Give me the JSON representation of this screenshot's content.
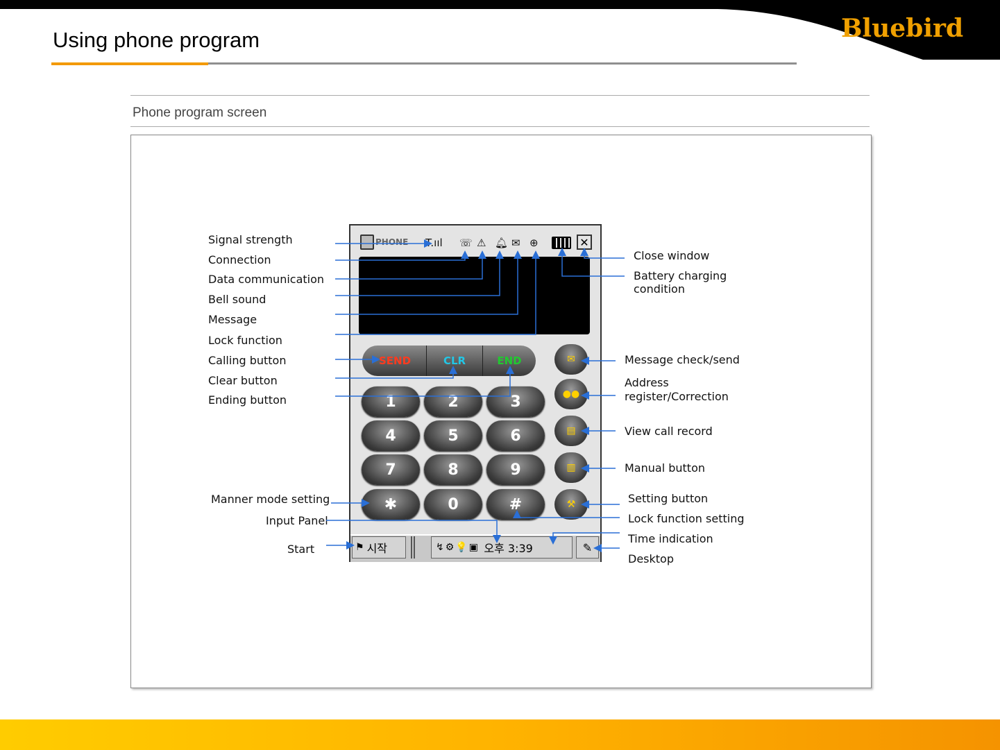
{
  "header": {
    "title": "Using phone program",
    "brand": "Bluebird"
  },
  "section": {
    "title": "Phone program screen"
  },
  "labels_left": [
    "Signal strength",
    "Connection",
    "Data communication",
    "Bell sound",
    "Message",
    "Lock function",
    "Calling button",
    "Clear button",
    "Ending button",
    "Manner mode setting",
    "Input Panel",
    "Start"
  ],
  "labels_right": {
    "close_window": "Close window",
    "battery_1": "Battery charging",
    "battery_2": "condition",
    "message_check": "Message check/send",
    "address_1": "Address",
    "address_2": "register/Correction",
    "call_record": "View call record",
    "manual": "Manual button",
    "setting": "Setting button",
    "lock_setting": "Lock function setting",
    "time": "Time indication",
    "desktop": "Desktop"
  },
  "phone": {
    "app_name": "PHONE",
    "call_buttons": {
      "send": "SEND",
      "clear": "CLR",
      "end": "END"
    },
    "keys": [
      "1",
      "2",
      "3",
      "4",
      "5",
      "6",
      "7",
      "8",
      "9",
      "✱",
      "0",
      "#"
    ],
    "start_label": "시작",
    "clock": "오후 3:39"
  },
  "colors": {
    "accent": "#f39a00",
    "line": "#2a6fd6",
    "send": "#ff3b1f",
    "clear": "#22c7e6",
    "end": "#21c930"
  }
}
